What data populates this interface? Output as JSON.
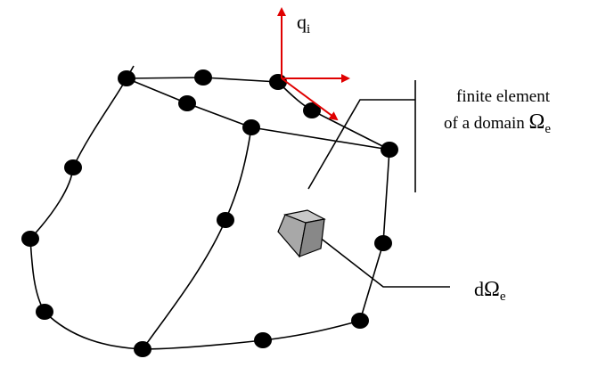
{
  "labels": {
    "q_base": "q",
    "q_sub": "i",
    "element_line1": "finite element",
    "element_line2": "of a domain ",
    "element_symbol": "Ω",
    "element_sub": "e",
    "d_prefix": "d",
    "d_symbol": "Ω",
    "d_sub": "e"
  },
  "colors": {
    "line": "#000000",
    "node": "#000000",
    "arrow": "#e00000",
    "cube_light": "#c8c8c8",
    "cube_mid": "#a8a8a8",
    "cube_dark": "#888888"
  }
}
